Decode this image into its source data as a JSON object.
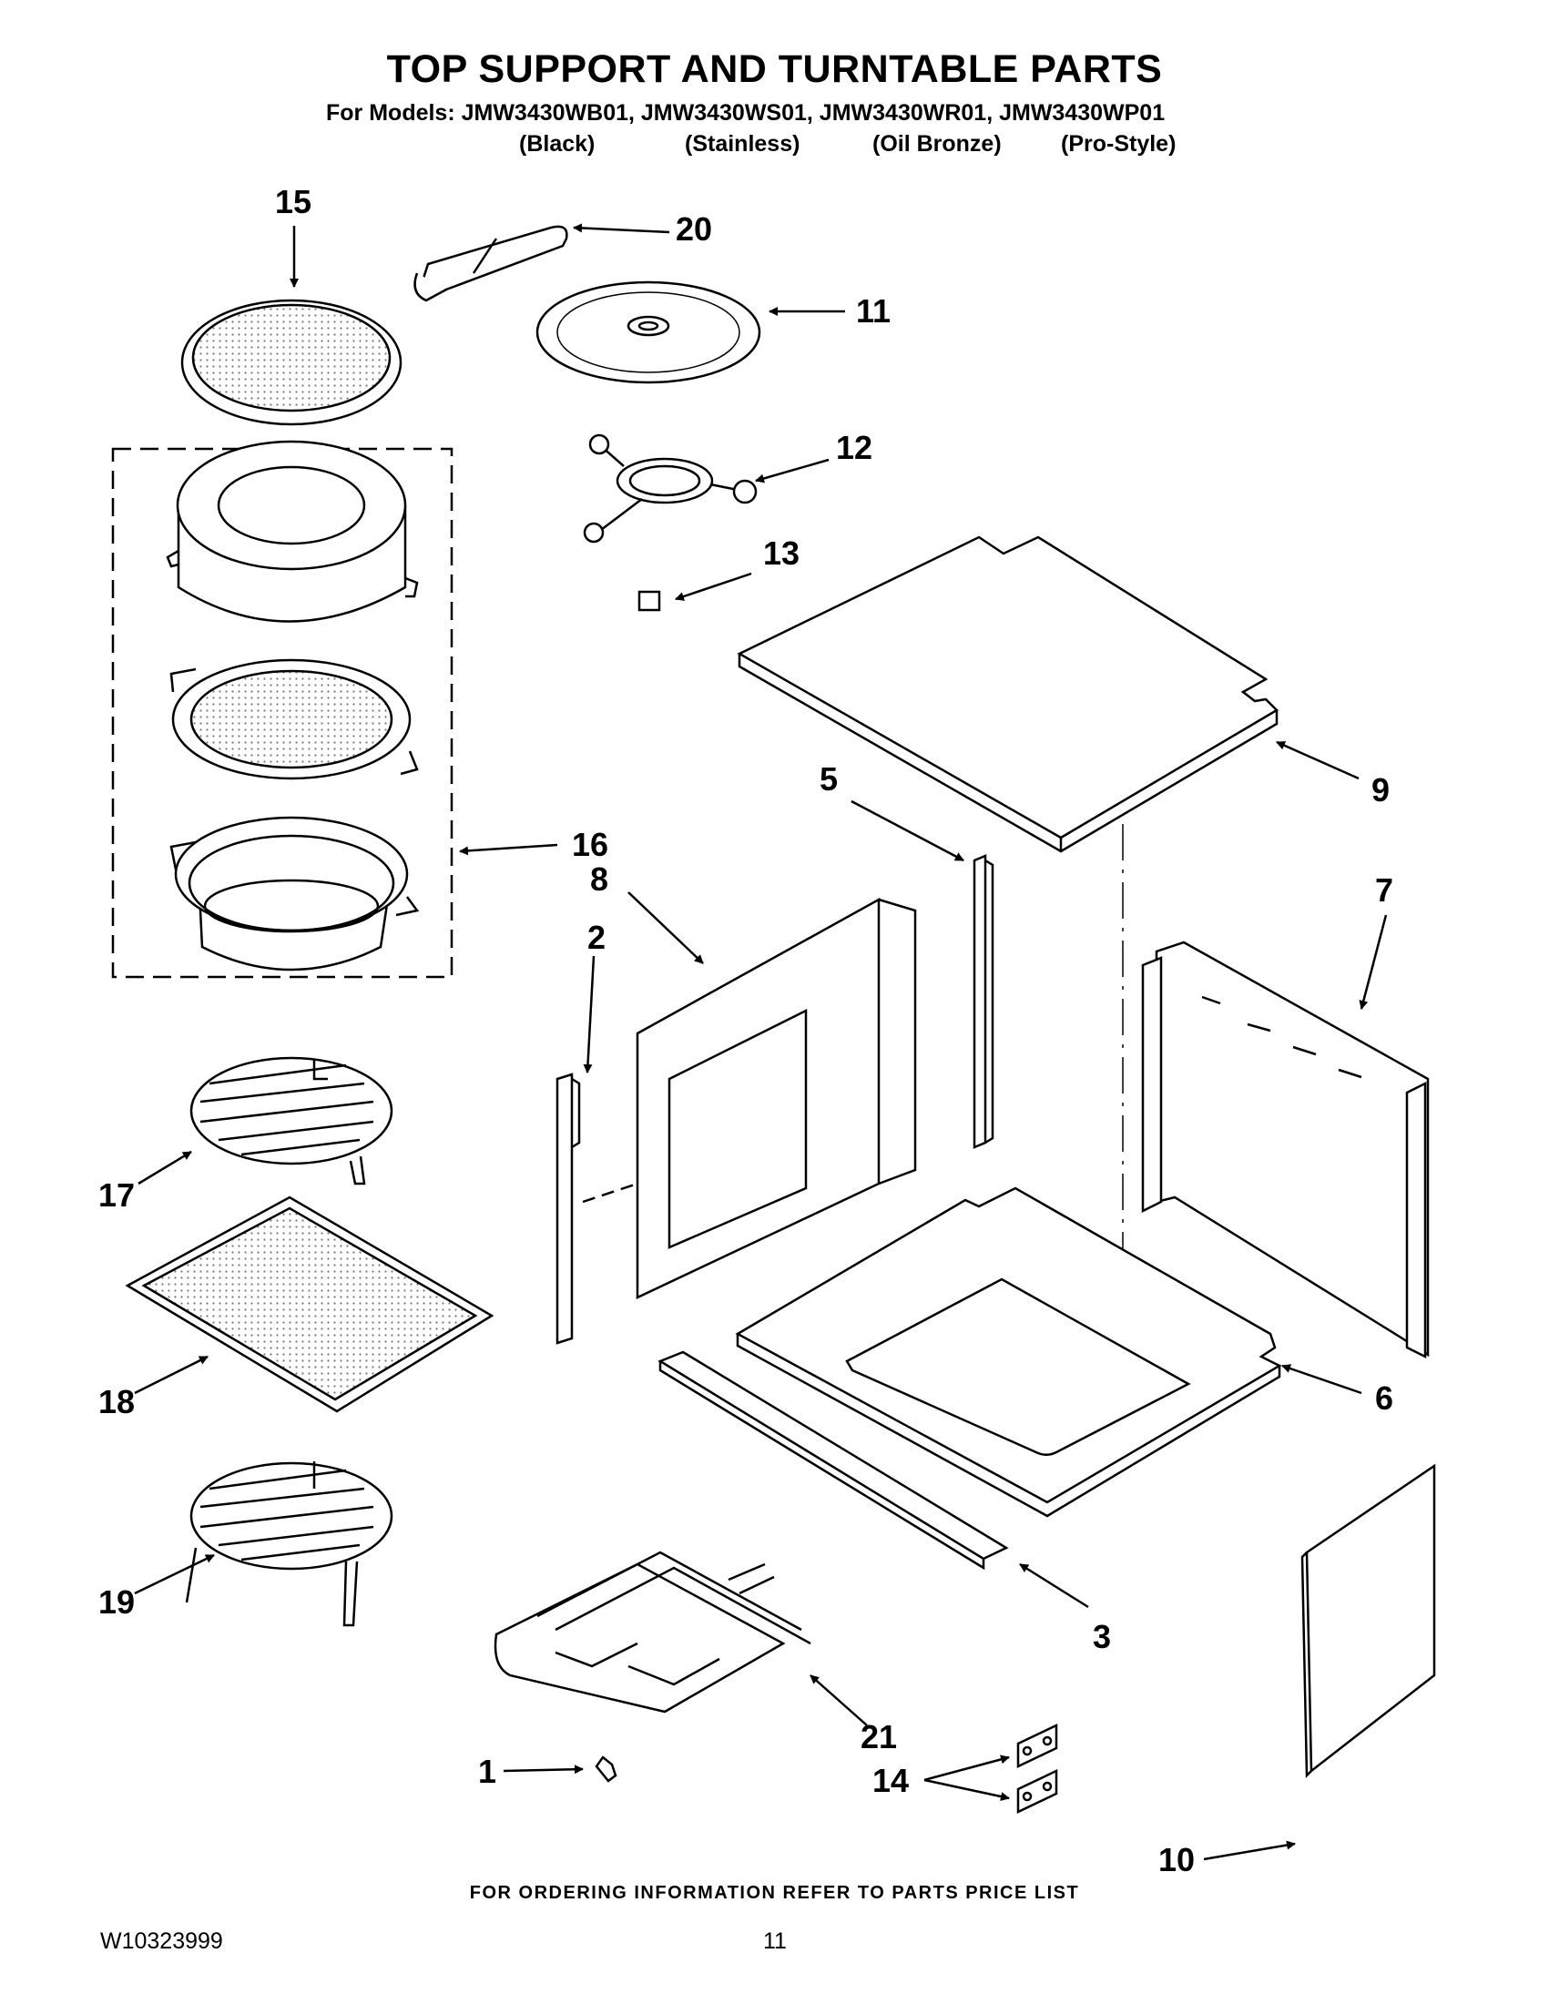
{
  "header": {
    "title": "TOP SUPPORT AND TURNTABLE PARTS",
    "models_line": "For Models: JMW3430WB01, JMW3430WS01, JMW3430WR01, JMW3430WP01",
    "variants": [
      "(Black)",
      "(Stainless)",
      "(Oil Bronze)",
      "(Pro-Style)"
    ]
  },
  "callouts": {
    "c1": "1",
    "c2": "2",
    "c3": "3",
    "c5": "5",
    "c6": "6",
    "c7": "7",
    "c8": "8",
    "c9": "9",
    "c10": "10",
    "c11": "11",
    "c12": "12",
    "c13": "13",
    "c14": "14",
    "c15": "15",
    "c16": "16",
    "c17": "17",
    "c18": "18",
    "c19": "19",
    "c20": "20",
    "c21": "21"
  },
  "footer": {
    "ordering_note": "FOR ORDERING INFORMATION REFER TO PARTS PRICE LIST",
    "document_number": "W10323999",
    "page_number": "11"
  }
}
